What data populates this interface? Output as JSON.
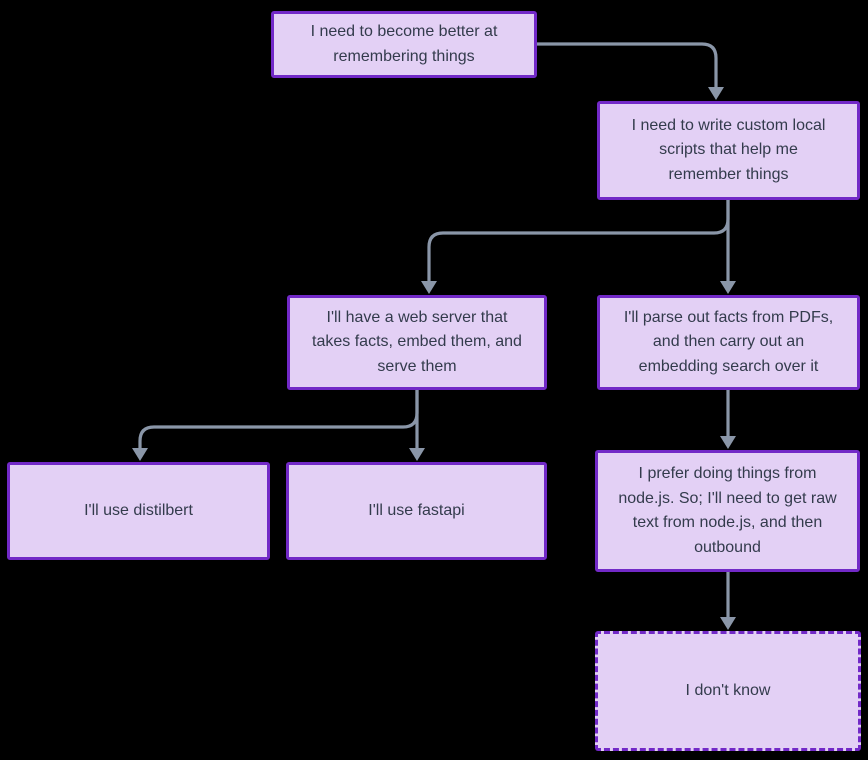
{
  "diagram": {
    "type": "flowchart",
    "direction": "top-down",
    "colors": {
      "background": "#000000",
      "node_fill": "#e3d0f5",
      "node_border": "#7229c7",
      "node_text": "#333b4c",
      "arrow": "#8a96a8"
    },
    "nodes": [
      {
        "id": "A",
        "label": "I need to become better at\nremembering things",
        "border_style": "solid"
      },
      {
        "id": "B",
        "label": "I need to write custom local\nscripts that help me\nremember things",
        "border_style": "solid"
      },
      {
        "id": "C",
        "label": "I'll have a web server that\ntakes facts, embed them, and\nserve them",
        "border_style": "solid"
      },
      {
        "id": "D",
        "label": "I'll parse out facts from PDFs,\nand then carry out an\nembedding search over it",
        "border_style": "solid"
      },
      {
        "id": "E",
        "label": "I'll use distilbert",
        "border_style": "solid"
      },
      {
        "id": "F",
        "label": "I'll use fastapi",
        "border_style": "solid"
      },
      {
        "id": "G",
        "label": "I prefer doing things from\nnode.js. So; I'll need to get raw\ntext from node.js, and then\noutbound",
        "border_style": "solid"
      },
      {
        "id": "H",
        "label": "I don't know",
        "border_style": "dashed"
      }
    ],
    "edges": [
      {
        "from": "A",
        "to": "B"
      },
      {
        "from": "B",
        "to": "C"
      },
      {
        "from": "B",
        "to": "D"
      },
      {
        "from": "C",
        "to": "E"
      },
      {
        "from": "C",
        "to": "F"
      },
      {
        "from": "D",
        "to": "G"
      },
      {
        "from": "G",
        "to": "H"
      }
    ]
  }
}
